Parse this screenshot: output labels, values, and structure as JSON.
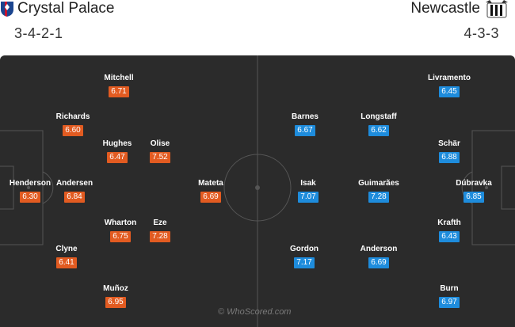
{
  "home": {
    "name": "Crystal Palace",
    "formation": "3-4-2-1",
    "rating_color": "#e25b21"
  },
  "away": {
    "name": "Newcastle",
    "formation": "4-3-3",
    "rating_color": "#1e8cdc"
  },
  "pitch_color": "#2b2b2b",
  "home_players": [
    {
      "name": "Henderson",
      "rating": "6.30"
    },
    {
      "name": "Richards",
      "rating": "6.60"
    },
    {
      "name": "Andersen",
      "rating": "6.84"
    },
    {
      "name": "Clyne",
      "rating": "6.41"
    },
    {
      "name": "Mitchell",
      "rating": "6.71"
    },
    {
      "name": "Hughes",
      "rating": "6.47"
    },
    {
      "name": "Olise",
      "rating": "7.52"
    },
    {
      "name": "Wharton",
      "rating": "6.75"
    },
    {
      "name": "Eze",
      "rating": "7.28"
    },
    {
      "name": "Muñoz",
      "rating": "6.95"
    },
    {
      "name": "Mateta",
      "rating": "6.69"
    }
  ],
  "away_players": [
    {
      "name": "Dúbravka",
      "rating": "6.85"
    },
    {
      "name": "Livramento",
      "rating": "6.45"
    },
    {
      "name": "Schär",
      "rating": "6.88"
    },
    {
      "name": "Krafth",
      "rating": "6.43"
    },
    {
      "name": "Burn",
      "rating": "6.97"
    },
    {
      "name": "Longstaff",
      "rating": "6.62"
    },
    {
      "name": "Guimarães",
      "rating": "7.28"
    },
    {
      "name": "Anderson",
      "rating": "6.69"
    },
    {
      "name": "Barnes",
      "rating": "6.67"
    },
    {
      "name": "Isak",
      "rating": "7.07"
    },
    {
      "name": "Gordon",
      "rating": "7.17"
    }
  ],
  "watermark": "© WhoScored.com"
}
